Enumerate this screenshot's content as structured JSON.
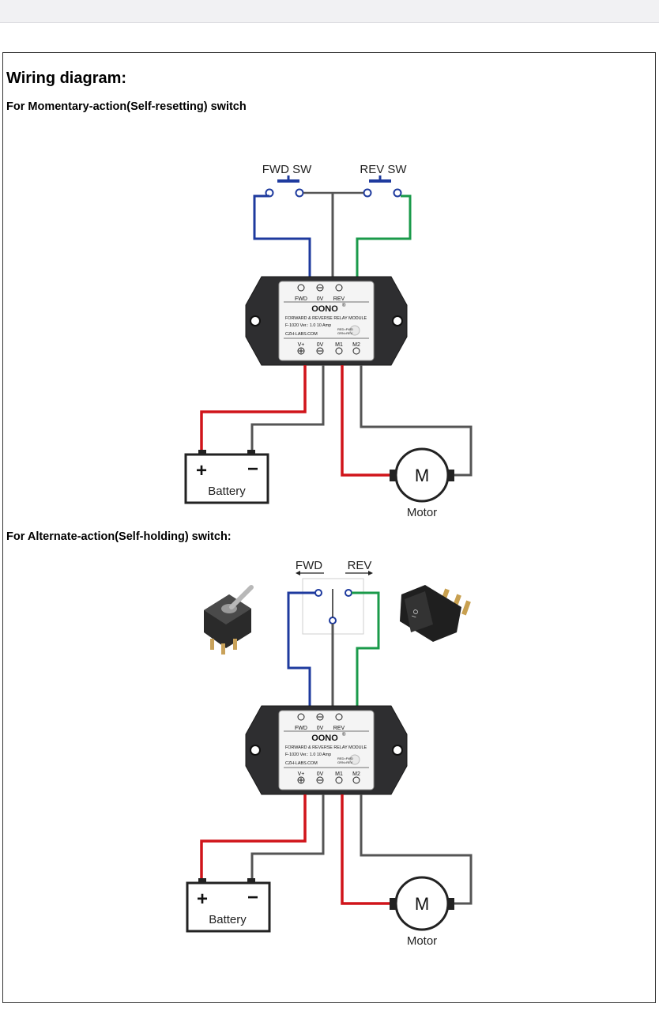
{
  "page": {
    "title": "Wiring diagram:",
    "section1_title": "For Momentary-action(Self-resetting) switch",
    "section2_title": "For Alternate-action(Self-holding) switch:"
  },
  "diagram1": {
    "fwd_switch_label": "FWD SW",
    "rev_switch_label": "REV SW"
  },
  "diagram2": {
    "fwd_label": "FWD",
    "rev_label": "REV"
  },
  "module": {
    "top_terminals": [
      "FWD",
      "0V",
      "REV"
    ],
    "brand": "OONO",
    "brand_mark": "®",
    "line1": "FORWARD & REVERSE RELAY MODULE",
    "line2": "F-1020 Ver.: 1.0  10 Amp",
    "line3": "CZH-LABS.COM",
    "led_line1": "RED=FWD",
    "led_line2": "GRN=REV",
    "bottom_terminals": [
      "V+",
      "0V",
      "M1",
      "M2"
    ]
  },
  "battery": {
    "label": "Battery",
    "plus": "+",
    "minus": "−"
  },
  "motor": {
    "symbol": "M",
    "label": "Motor"
  },
  "wire_colors": {
    "fwd": "#1e3a9e",
    "rev": "#1a9a4a",
    "ground": "#555555",
    "positive": "#d0141a"
  }
}
